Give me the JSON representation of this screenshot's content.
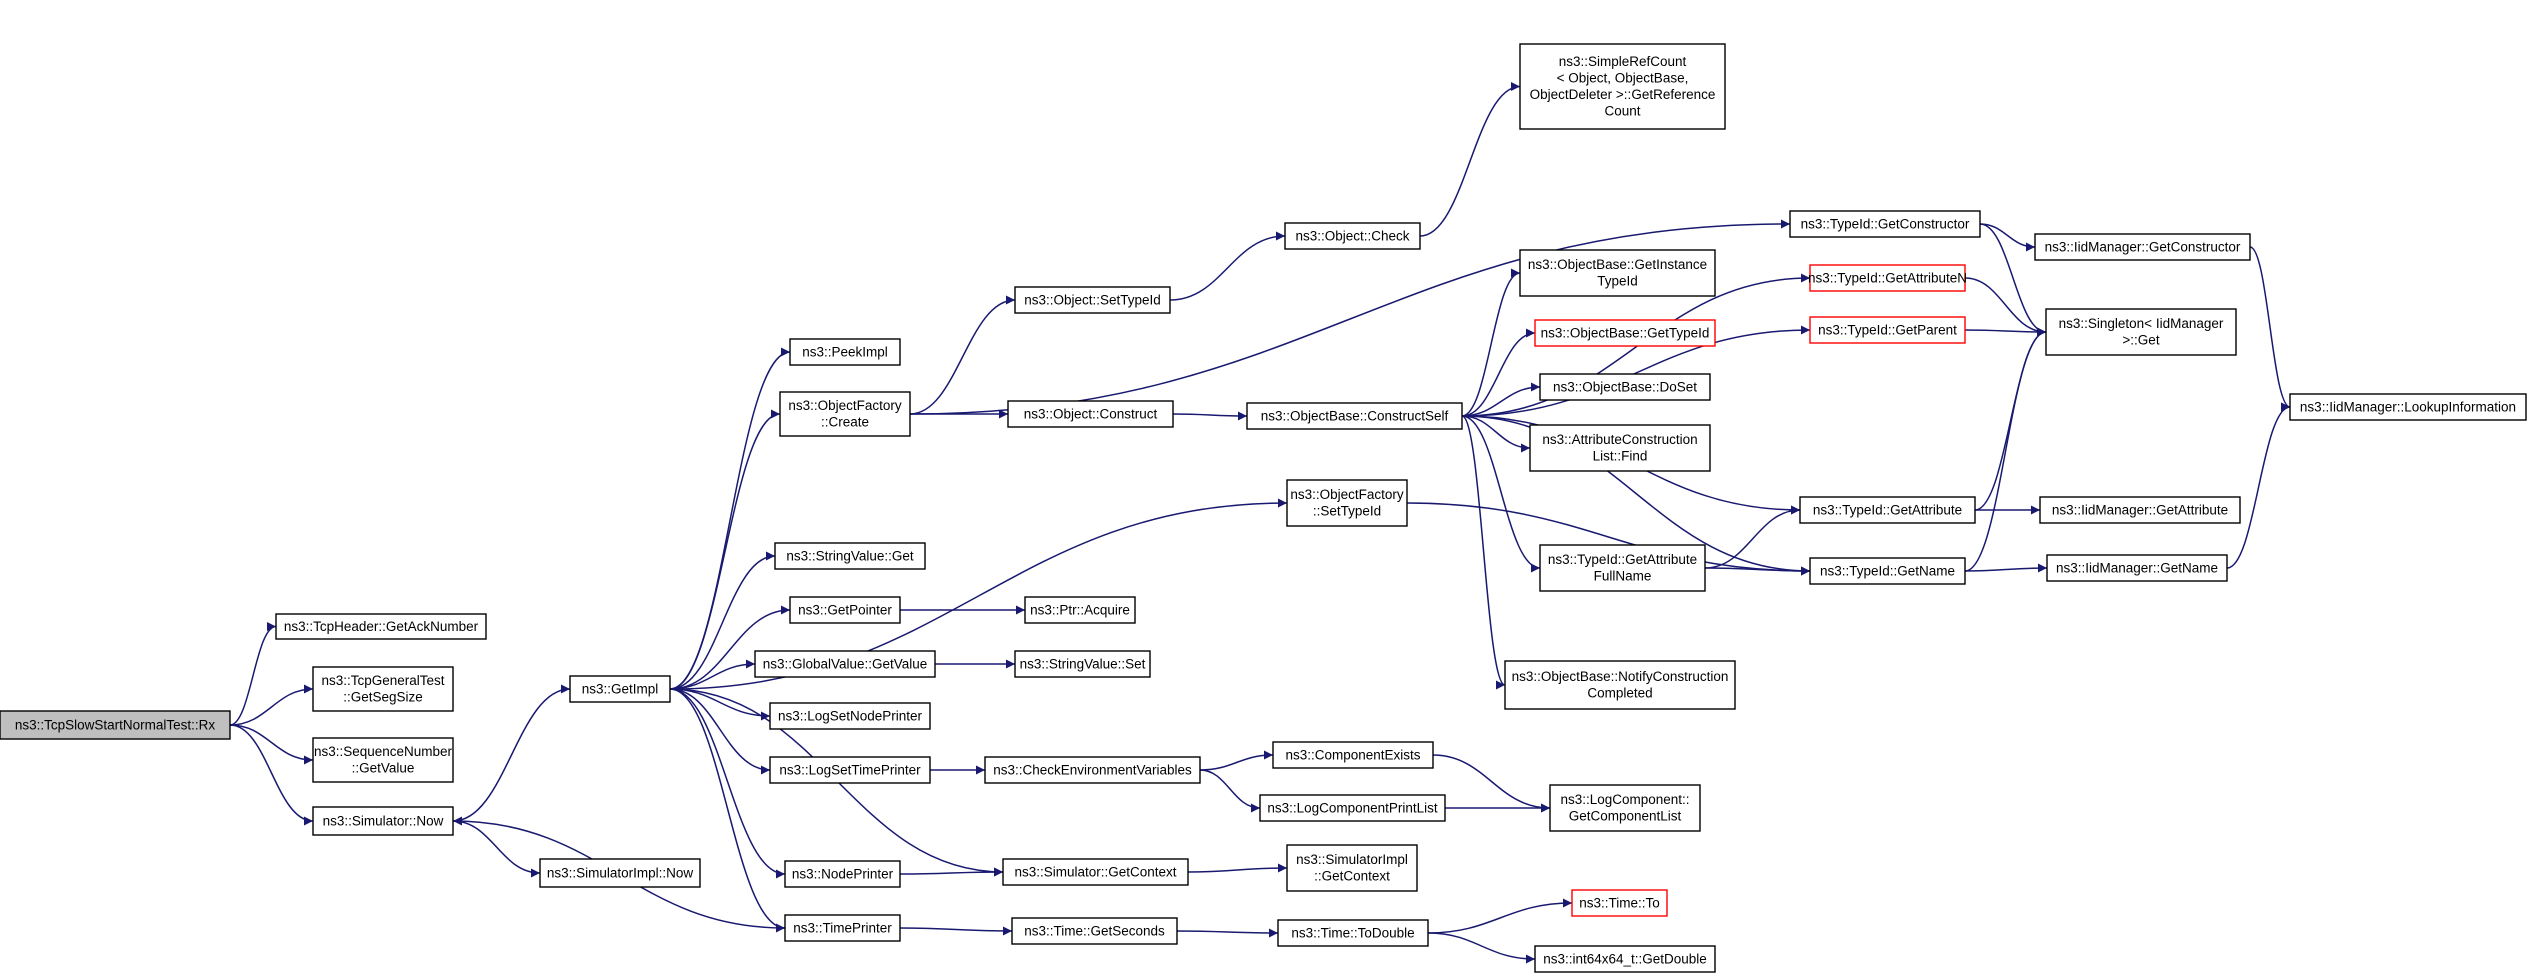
{
  "graph": {
    "root": "n_root",
    "colors": {
      "edge": "#191970",
      "node_border": "#000000",
      "node_border_undocumented": "#ff0000",
      "root_fill": "#bfbfbf"
    },
    "nodes": [
      {
        "id": "n_root",
        "lines": [
          "ns3::TcpSlowStartNormalTest::Rx"
        ],
        "style": "root"
      },
      {
        "id": "n_getacknumber",
        "lines": [
          "ns3::TcpHeader::GetAckNumber"
        ]
      },
      {
        "id": "n_getsegsize",
        "lines": [
          "ns3::TcpGeneralTest",
          "::GetSegSize"
        ]
      },
      {
        "id": "n_seqgetvalue",
        "lines": [
          "ns3::SequenceNumber",
          "::GetValue"
        ]
      },
      {
        "id": "n_simnow",
        "lines": [
          "ns3::Simulator::Now"
        ]
      },
      {
        "id": "n_getimpl",
        "lines": [
          "ns3::GetImpl"
        ]
      },
      {
        "id": "n_simimplnow",
        "lines": [
          "ns3::SimulatorImpl::Now"
        ]
      },
      {
        "id": "n_peekimpl",
        "lines": [
          "ns3::PeekImpl"
        ]
      },
      {
        "id": "n_ofcreate",
        "lines": [
          "ns3::ObjectFactory",
          "::Create"
        ]
      },
      {
        "id": "n_stringvalueget",
        "lines": [
          "ns3::StringValue::Get"
        ]
      },
      {
        "id": "n_getpointer",
        "lines": [
          "ns3::GetPointer"
        ]
      },
      {
        "id": "n_globalgetvalue",
        "lines": [
          "ns3::GlobalValue::GetValue"
        ]
      },
      {
        "id": "n_logsetnodeprinter",
        "lines": [
          "ns3::LogSetNodePrinter"
        ]
      },
      {
        "id": "n_logsettimeprinter",
        "lines": [
          "ns3::LogSetTimePrinter"
        ]
      },
      {
        "id": "n_nodeprinter",
        "lines": [
          "ns3::NodePrinter"
        ]
      },
      {
        "id": "n_timeprinter",
        "lines": [
          "ns3::TimePrinter"
        ]
      },
      {
        "id": "n_objsettypeid",
        "lines": [
          "ns3::Object::SetTypeId"
        ]
      },
      {
        "id": "n_objconstruct",
        "lines": [
          "ns3::Object::Construct"
        ]
      },
      {
        "id": "n_ptracquire",
        "lines": [
          "ns3::Ptr::Acquire"
        ]
      },
      {
        "id": "n_stringvalueset",
        "lines": [
          "ns3::StringValue::Set"
        ]
      },
      {
        "id": "n_checkenv",
        "lines": [
          "ns3::CheckEnvironmentVariables"
        ]
      },
      {
        "id": "n_simgetcontext",
        "lines": [
          "ns3::Simulator::GetContext"
        ]
      },
      {
        "id": "n_timegetseconds",
        "lines": [
          "ns3::Time::GetSeconds"
        ]
      },
      {
        "id": "n_objcheck",
        "lines": [
          "ns3::Object::Check"
        ]
      },
      {
        "id": "n_obconstructself",
        "lines": [
          "ns3::ObjectBase::ConstructSelf"
        ]
      },
      {
        "id": "n_ofsettypeid",
        "lines": [
          "ns3::ObjectFactory",
          "::SetTypeId"
        ]
      },
      {
        "id": "n_componentexists",
        "lines": [
          "ns3::ComponentExists"
        ]
      },
      {
        "id": "n_logcompprintlist",
        "lines": [
          "ns3::LogComponentPrintList"
        ]
      },
      {
        "id": "n_simimplgetcontext",
        "lines": [
          "ns3::SimulatorImpl",
          "::GetContext"
        ]
      },
      {
        "id": "n_timetodouble",
        "lines": [
          "ns3::Time::ToDouble"
        ]
      },
      {
        "id": "n_simplerefcount",
        "lines": [
          "ns3::SimpleRefCount",
          "< Object, ObjectBase,",
          "ObjectDeleter >::GetReference",
          "Count"
        ]
      },
      {
        "id": "n_obgetinstancetypeid",
        "lines": [
          "ns3::ObjectBase::GetInstance",
          "TypeId"
        ]
      },
      {
        "id": "n_obgettypeid",
        "lines": [
          "ns3::ObjectBase::GetTypeId"
        ],
        "style": "undocumented"
      },
      {
        "id": "n_obdoset",
        "lines": [
          "ns3::ObjectBase::DoSet"
        ]
      },
      {
        "id": "n_attrconstrlistfind",
        "lines": [
          "ns3::AttributeConstruction",
          "List::Find"
        ]
      },
      {
        "id": "n_tidgetattrfullname",
        "lines": [
          "ns3::TypeId::GetAttribute",
          "FullName"
        ]
      },
      {
        "id": "n_obnotifyconstr",
        "lines": [
          "ns3::ObjectBase::NotifyConstruction",
          "Completed"
        ]
      },
      {
        "id": "n_logcompgetlist",
        "lines": [
          "ns3::LogComponent::",
          "GetComponentList"
        ]
      },
      {
        "id": "n_timeto",
        "lines": [
          "ns3::Time::To"
        ],
        "style": "undocumented"
      },
      {
        "id": "n_int64getdouble",
        "lines": [
          "ns3::int64x64_t::GetDouble"
        ]
      },
      {
        "id": "n_tidgetconstructor",
        "lines": [
          "ns3::TypeId::GetConstructor"
        ]
      },
      {
        "id": "n_tidgetattributen",
        "lines": [
          "ns3::TypeId::GetAttributeN"
        ],
        "style": "undocumented"
      },
      {
        "id": "n_tidgetparent",
        "lines": [
          "ns3::TypeId::GetParent"
        ],
        "style": "undocumented"
      },
      {
        "id": "n_tidgetattribute",
        "lines": [
          "ns3::TypeId::GetAttribute"
        ]
      },
      {
        "id": "n_tidgetname",
        "lines": [
          "ns3::TypeId::GetName"
        ]
      },
      {
        "id": "n_iidmgetconstructor",
        "lines": [
          "ns3::IidManager::GetConstructor"
        ]
      },
      {
        "id": "n_singletonget",
        "lines": [
          "ns3::Singleton< IidManager",
          " >::Get"
        ]
      },
      {
        "id": "n_iidmgetattribute",
        "lines": [
          "ns3::IidManager::GetAttribute"
        ]
      },
      {
        "id": "n_iidmgetname",
        "lines": [
          "ns3::IidManager::GetName"
        ]
      },
      {
        "id": "n_iidmlookup",
        "lines": [
          "ns3::IidManager::LookupInformation"
        ]
      }
    ],
    "edges": [
      [
        "n_root",
        "n_getacknumber"
      ],
      [
        "n_root",
        "n_getsegsize"
      ],
      [
        "n_root",
        "n_seqgetvalue"
      ],
      [
        "n_root",
        "n_simnow"
      ],
      [
        "n_simnow",
        "n_getimpl"
      ],
      [
        "n_simnow",
        "n_simimplnow"
      ],
      [
        "n_getimpl",
        "n_peekimpl"
      ],
      [
        "n_getimpl",
        "n_ofcreate"
      ],
      [
        "n_getimpl",
        "n_ofsettypeid"
      ],
      [
        "n_getimpl",
        "n_stringvalueget"
      ],
      [
        "n_getimpl",
        "n_getpointer"
      ],
      [
        "n_getimpl",
        "n_globalgetvalue"
      ],
      [
        "n_getimpl",
        "n_logsetnodeprinter"
      ],
      [
        "n_getimpl",
        "n_logsettimeprinter"
      ],
      [
        "n_getimpl",
        "n_simgetcontext"
      ],
      [
        "n_getimpl",
        "n_nodeprinter"
      ],
      [
        "n_getimpl",
        "n_timeprinter"
      ],
      [
        "n_ofcreate",
        "n_tidgetconstructor"
      ],
      [
        "n_ofcreate",
        "n_objsettypeid"
      ],
      [
        "n_ofcreate",
        "n_objconstruct"
      ],
      [
        "n_objsettypeid",
        "n_objcheck"
      ],
      [
        "n_objcheck",
        "n_simplerefcount"
      ],
      [
        "n_objconstruct",
        "n_obconstructself"
      ],
      [
        "n_obconstructself",
        "n_tidgetattributen"
      ],
      [
        "n_obconstructself",
        "n_tidgetparent"
      ],
      [
        "n_obconstructself",
        "n_obgetinstancetypeid"
      ],
      [
        "n_obconstructself",
        "n_obgettypeid"
      ],
      [
        "n_obconstructself",
        "n_obdoset"
      ],
      [
        "n_obconstructself",
        "n_attrconstrlistfind"
      ],
      [
        "n_obconstructself",
        "n_tidgetattribute"
      ],
      [
        "n_obconstructself",
        "n_tidgetattrfullname"
      ],
      [
        "n_obconstructself",
        "n_tidgetname"
      ],
      [
        "n_obconstructself",
        "n_obnotifyconstr"
      ],
      [
        "n_ofsettypeid",
        "n_tidgetname"
      ],
      [
        "n_getpointer",
        "n_ptracquire"
      ],
      [
        "n_globalgetvalue",
        "n_stringvalueset"
      ],
      [
        "n_logsettimeprinter",
        "n_checkenv"
      ],
      [
        "n_checkenv",
        "n_componentexists"
      ],
      [
        "n_checkenv",
        "n_logcompprintlist"
      ],
      [
        "n_componentexists",
        "n_logcompgetlist"
      ],
      [
        "n_logcompprintlist",
        "n_logcompgetlist"
      ],
      [
        "n_nodeprinter",
        "n_simgetcontext"
      ],
      [
        "n_simgetcontext",
        "n_simimplgetcontext"
      ],
      [
        "n_timeprinter",
        "n_simnow"
      ],
      [
        "n_timeprinter",
        "n_timegetseconds"
      ],
      [
        "n_timegetseconds",
        "n_timetodouble"
      ],
      [
        "n_timetodouble",
        "n_timeto"
      ],
      [
        "n_timetodouble",
        "n_int64getdouble"
      ],
      [
        "n_tidgetattrfullname",
        "n_tidgetattribute"
      ],
      [
        "n_tidgetattrfullname",
        "n_tidgetname"
      ],
      [
        "n_tidgetconstructor",
        "n_iidmgetconstructor"
      ],
      [
        "n_tidgetconstructor",
        "n_singletonget"
      ],
      [
        "n_tidgetattributen",
        "n_singletonget"
      ],
      [
        "n_tidgetparent",
        "n_singletonget"
      ],
      [
        "n_tidgetattribute",
        "n_singletonget"
      ],
      [
        "n_tidgetattribute",
        "n_iidmgetattribute"
      ],
      [
        "n_tidgetname",
        "n_singletonget"
      ],
      [
        "n_tidgetname",
        "n_iidmgetname"
      ],
      [
        "n_iidmgetconstructor",
        "n_iidmlookup"
      ],
      [
        "n_iidmgetname",
        "n_iidmlookup"
      ]
    ]
  }
}
